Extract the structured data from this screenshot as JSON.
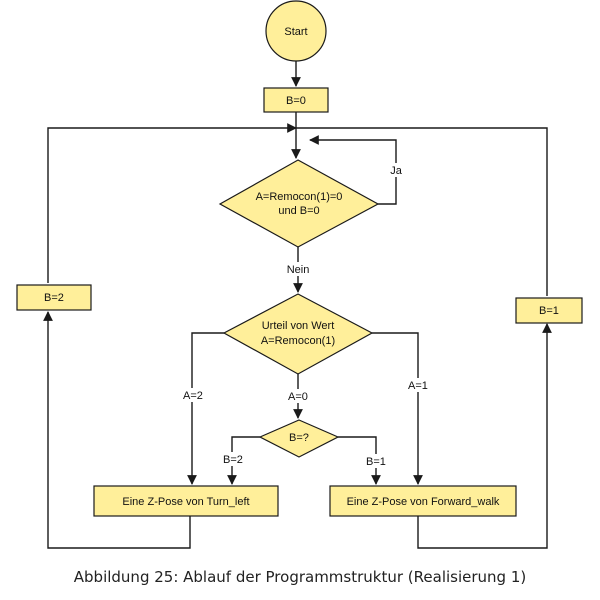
{
  "diagram": {
    "start": "Start",
    "init": "B=0",
    "decision1": {
      "line1": "A=Remocon(1)=0",
      "line2": "und B=0"
    },
    "decision2": {
      "line1": "Urteil von Wert",
      "line2": "A=Remocon(1)"
    },
    "decision3": "B=?",
    "action_left": "Eine Z-Pose von Turn_left",
    "action_right": "Eine Z-Pose von Forward_walk",
    "assign_left": "B=2",
    "assign_right": "B=1",
    "labels": {
      "ja": "Ja",
      "nein": "Nein",
      "a_eq_2": "A=2",
      "a_eq_0": "A=0",
      "a_eq_1": "A=1",
      "b_eq_2": "B=2",
      "b_eq_1": "B=1"
    }
  },
  "caption": "Abbildung 25: Ablauf der Programmstruktur (Realisierung 1)",
  "colors": {
    "fill": "#ffef9a",
    "stroke": "#1a1a1a"
  }
}
